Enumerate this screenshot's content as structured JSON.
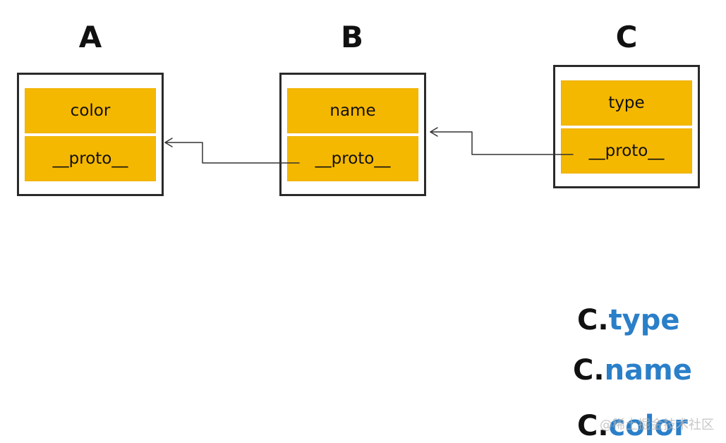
{
  "objects": [
    {
      "title": "A",
      "fields": [
        "color",
        "__proto__"
      ]
    },
    {
      "title": "B",
      "fields": [
        "name",
        "__proto__"
      ]
    },
    {
      "title": "C",
      "fields": [
        "type",
        "__proto__"
      ]
    }
  ],
  "access_examples": [
    {
      "object": "C",
      "dot": ".",
      "property": "type"
    },
    {
      "object": "C",
      "dot": ".",
      "property": "name"
    },
    {
      "object": "C",
      "dot": ".",
      "property": "color"
    }
  ],
  "watermark": "@稀土掘金技术社区",
  "colors": {
    "field_fill": "#f5b800",
    "property_text": "#2a7fc9",
    "box_border": "#2a2a2a"
  }
}
